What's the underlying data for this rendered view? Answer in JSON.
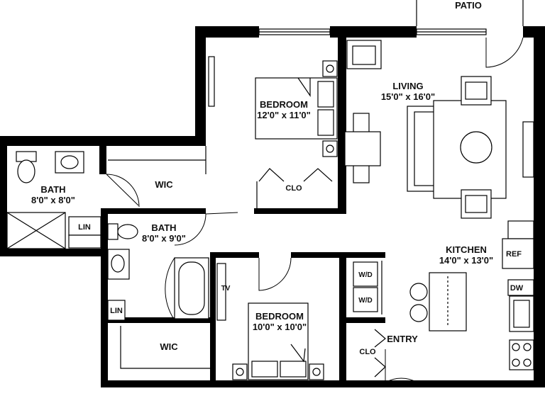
{
  "plan": {
    "rooms": {
      "patio": "PATIO",
      "living": {
        "name": "LIVING",
        "size": "15'0\" x 16'0\""
      },
      "bedroom_main": {
        "name": "BEDROOM",
        "size": "12'0\" x 11'0\""
      },
      "bedroom_second": {
        "name": "BEDROOM",
        "size": "10'0\" x 10'0\""
      },
      "bath_left": {
        "name": "BATH",
        "size": "8'0\" x 8'0\""
      },
      "bath_center": {
        "name": "BATH",
        "size": "8'0\" x 9'0\""
      },
      "kitchen": {
        "name": "KITCHEN",
        "size": "14'0\" x 13'0\""
      },
      "wic_top": "WIC",
      "wic_bottom": "WIC",
      "clo_bedroom": "CLO",
      "clo_entry": "CLO",
      "entry": "ENTRY",
      "lin_left": "LIN",
      "lin_center": "LIN",
      "ref": "REF",
      "dw": "DW",
      "wd_top": "W/D",
      "wd_bottom": "W/D",
      "tv": "TV"
    }
  }
}
